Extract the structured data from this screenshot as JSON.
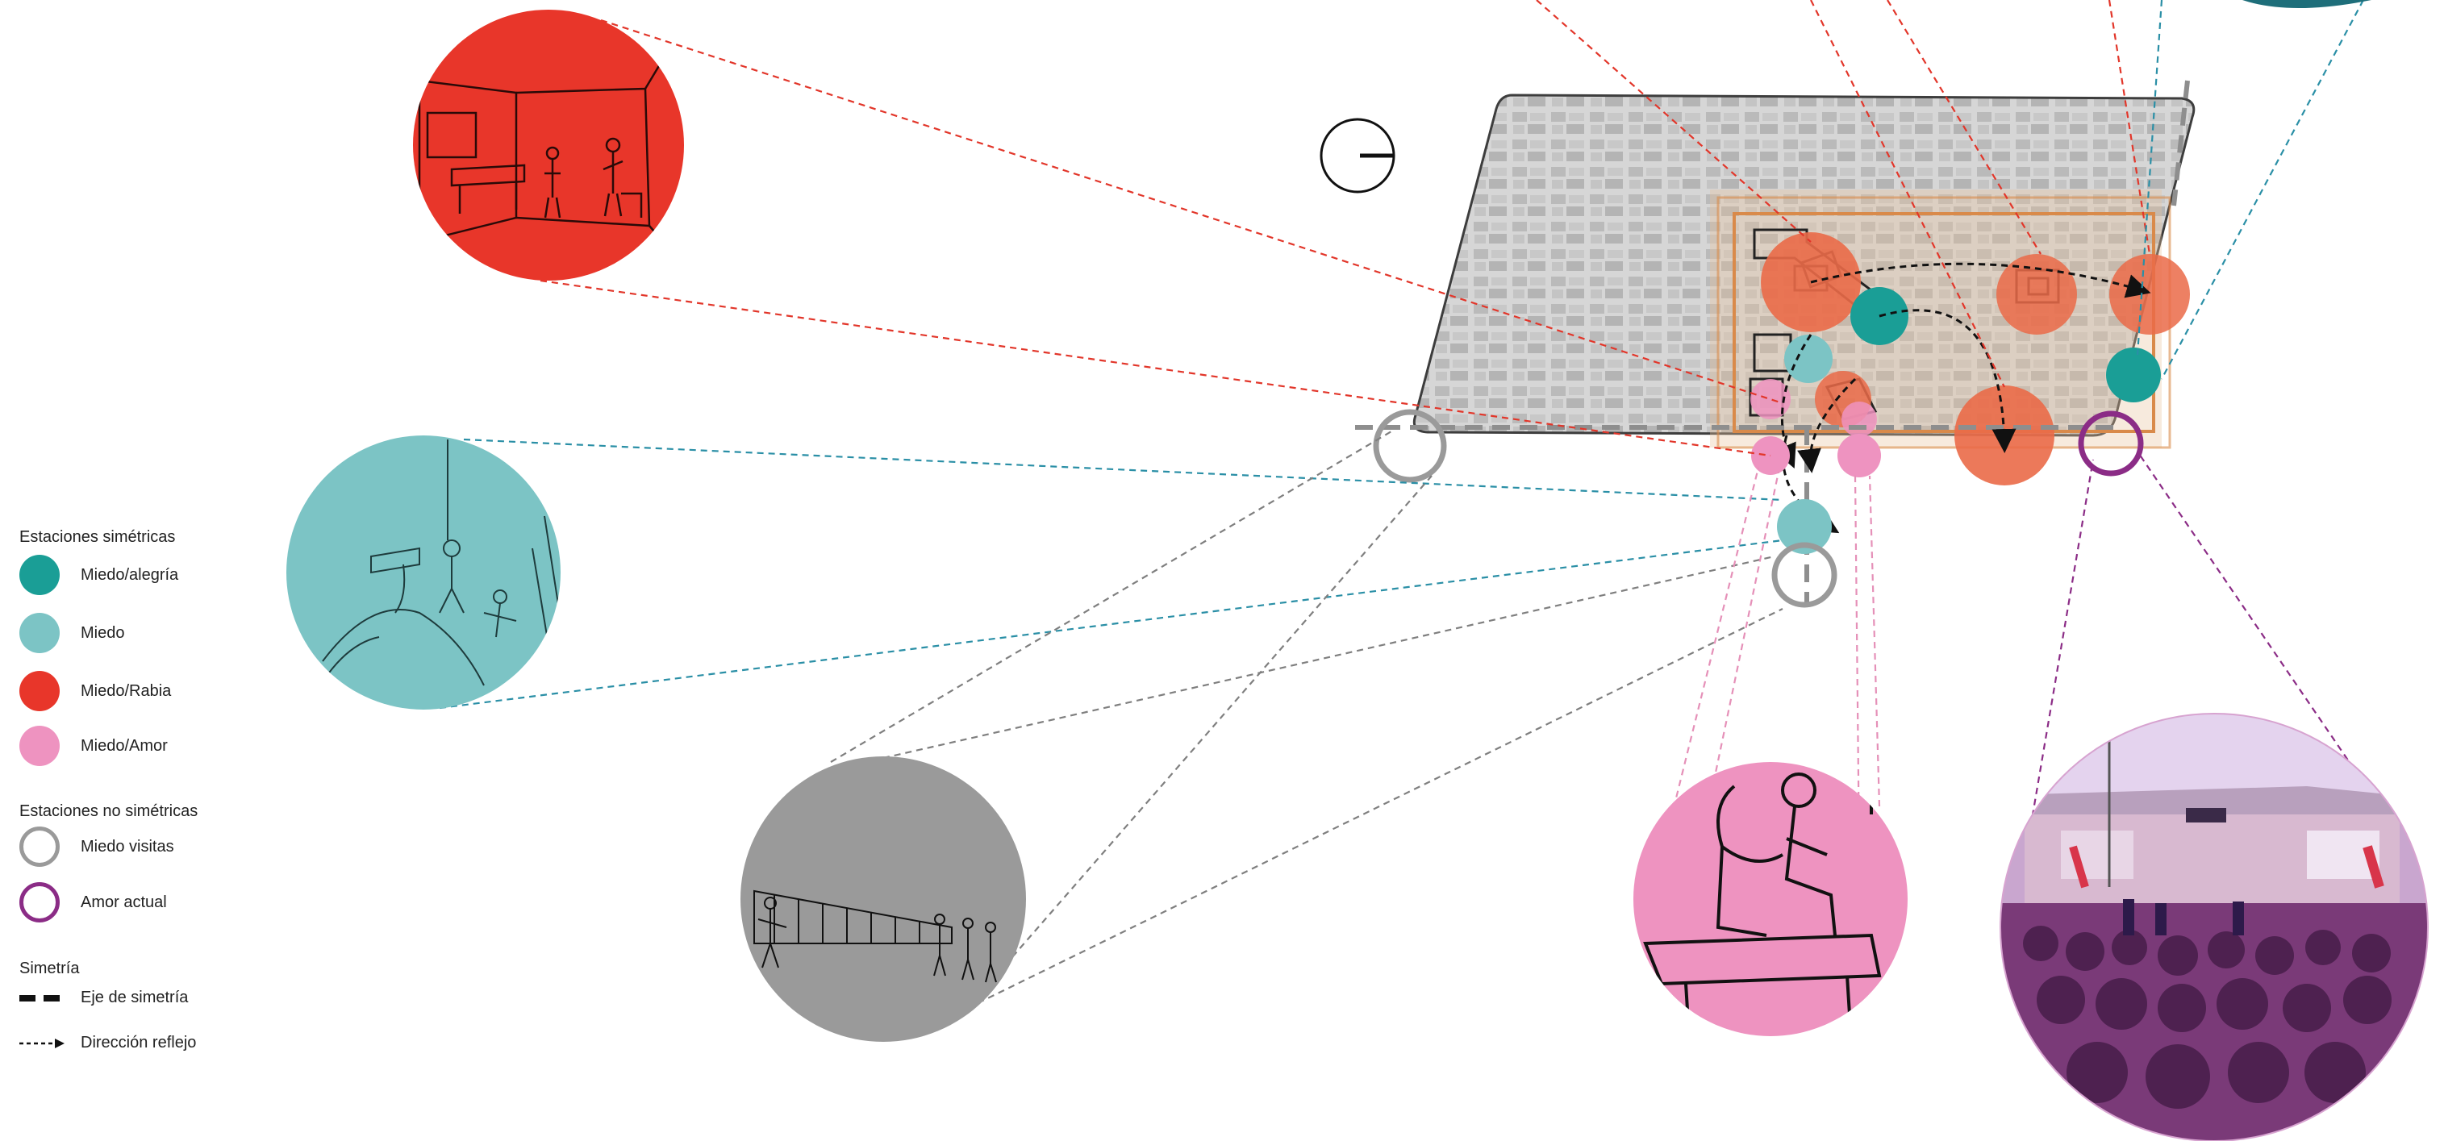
{
  "colors": {
    "teal_dark": "#1a9e96",
    "teal_light": "#7cc4c5",
    "red": "#e8362a",
    "pink": "#ee93c0",
    "gray_ring": "#9a9a9a",
    "purple_ring": "#8b2c86",
    "orange_station": "#ea6a48",
    "orange_outline": "#d98a4a"
  },
  "legend": {
    "symmetric_title": "Estaciones simétricas",
    "items_symmetric": [
      {
        "label": "Miedo/alegría",
        "color": "#1a9e96",
        "icon": "filled-circle"
      },
      {
        "label": "Miedo",
        "color": "#7cc4c5",
        "icon": "filled-circle"
      },
      {
        "label": "Miedo/Rabia",
        "color": "#e8362a",
        "icon": "filled-circle"
      },
      {
        "label": "Miedo/Amor",
        "color": "#ee93c0",
        "icon": "filled-circle"
      }
    ],
    "nonsymmetric_title": "Estaciones no simétricas",
    "items_nonsymmetric": [
      {
        "label": "Miedo visitas",
        "color": "#9a9a9a",
        "icon": "ring"
      },
      {
        "label": "Amor actual",
        "color": "#8b2c86",
        "icon": "ring"
      }
    ],
    "symmetry_title": "Simetría",
    "items_symmetry": [
      {
        "label": "Eje de simetría",
        "icon": "dashed-line"
      },
      {
        "label": "Dirección reflejo",
        "icon": "dashed-arrow"
      }
    ]
  },
  "vignettes": [
    {
      "name": "red-room-sketch",
      "color": "#e8362a",
      "subject": "interior room sketch with table and figures"
    },
    {
      "name": "teal-figures-sketch",
      "color": "#7cc4c5",
      "subject": "sketch of figures with a hanging person"
    },
    {
      "name": "gray-wall-sketch",
      "color": "#9a9a9a",
      "subject": "sketch of a long wall with walking figures"
    },
    {
      "name": "pink-couple-sketch",
      "color": "#ee93c0",
      "subject": "sketch of a seated couple"
    },
    {
      "name": "purple-event-photo",
      "color": "#8b2c86",
      "subject": "photo of an outdoor gathering in front of a building"
    }
  ]
}
